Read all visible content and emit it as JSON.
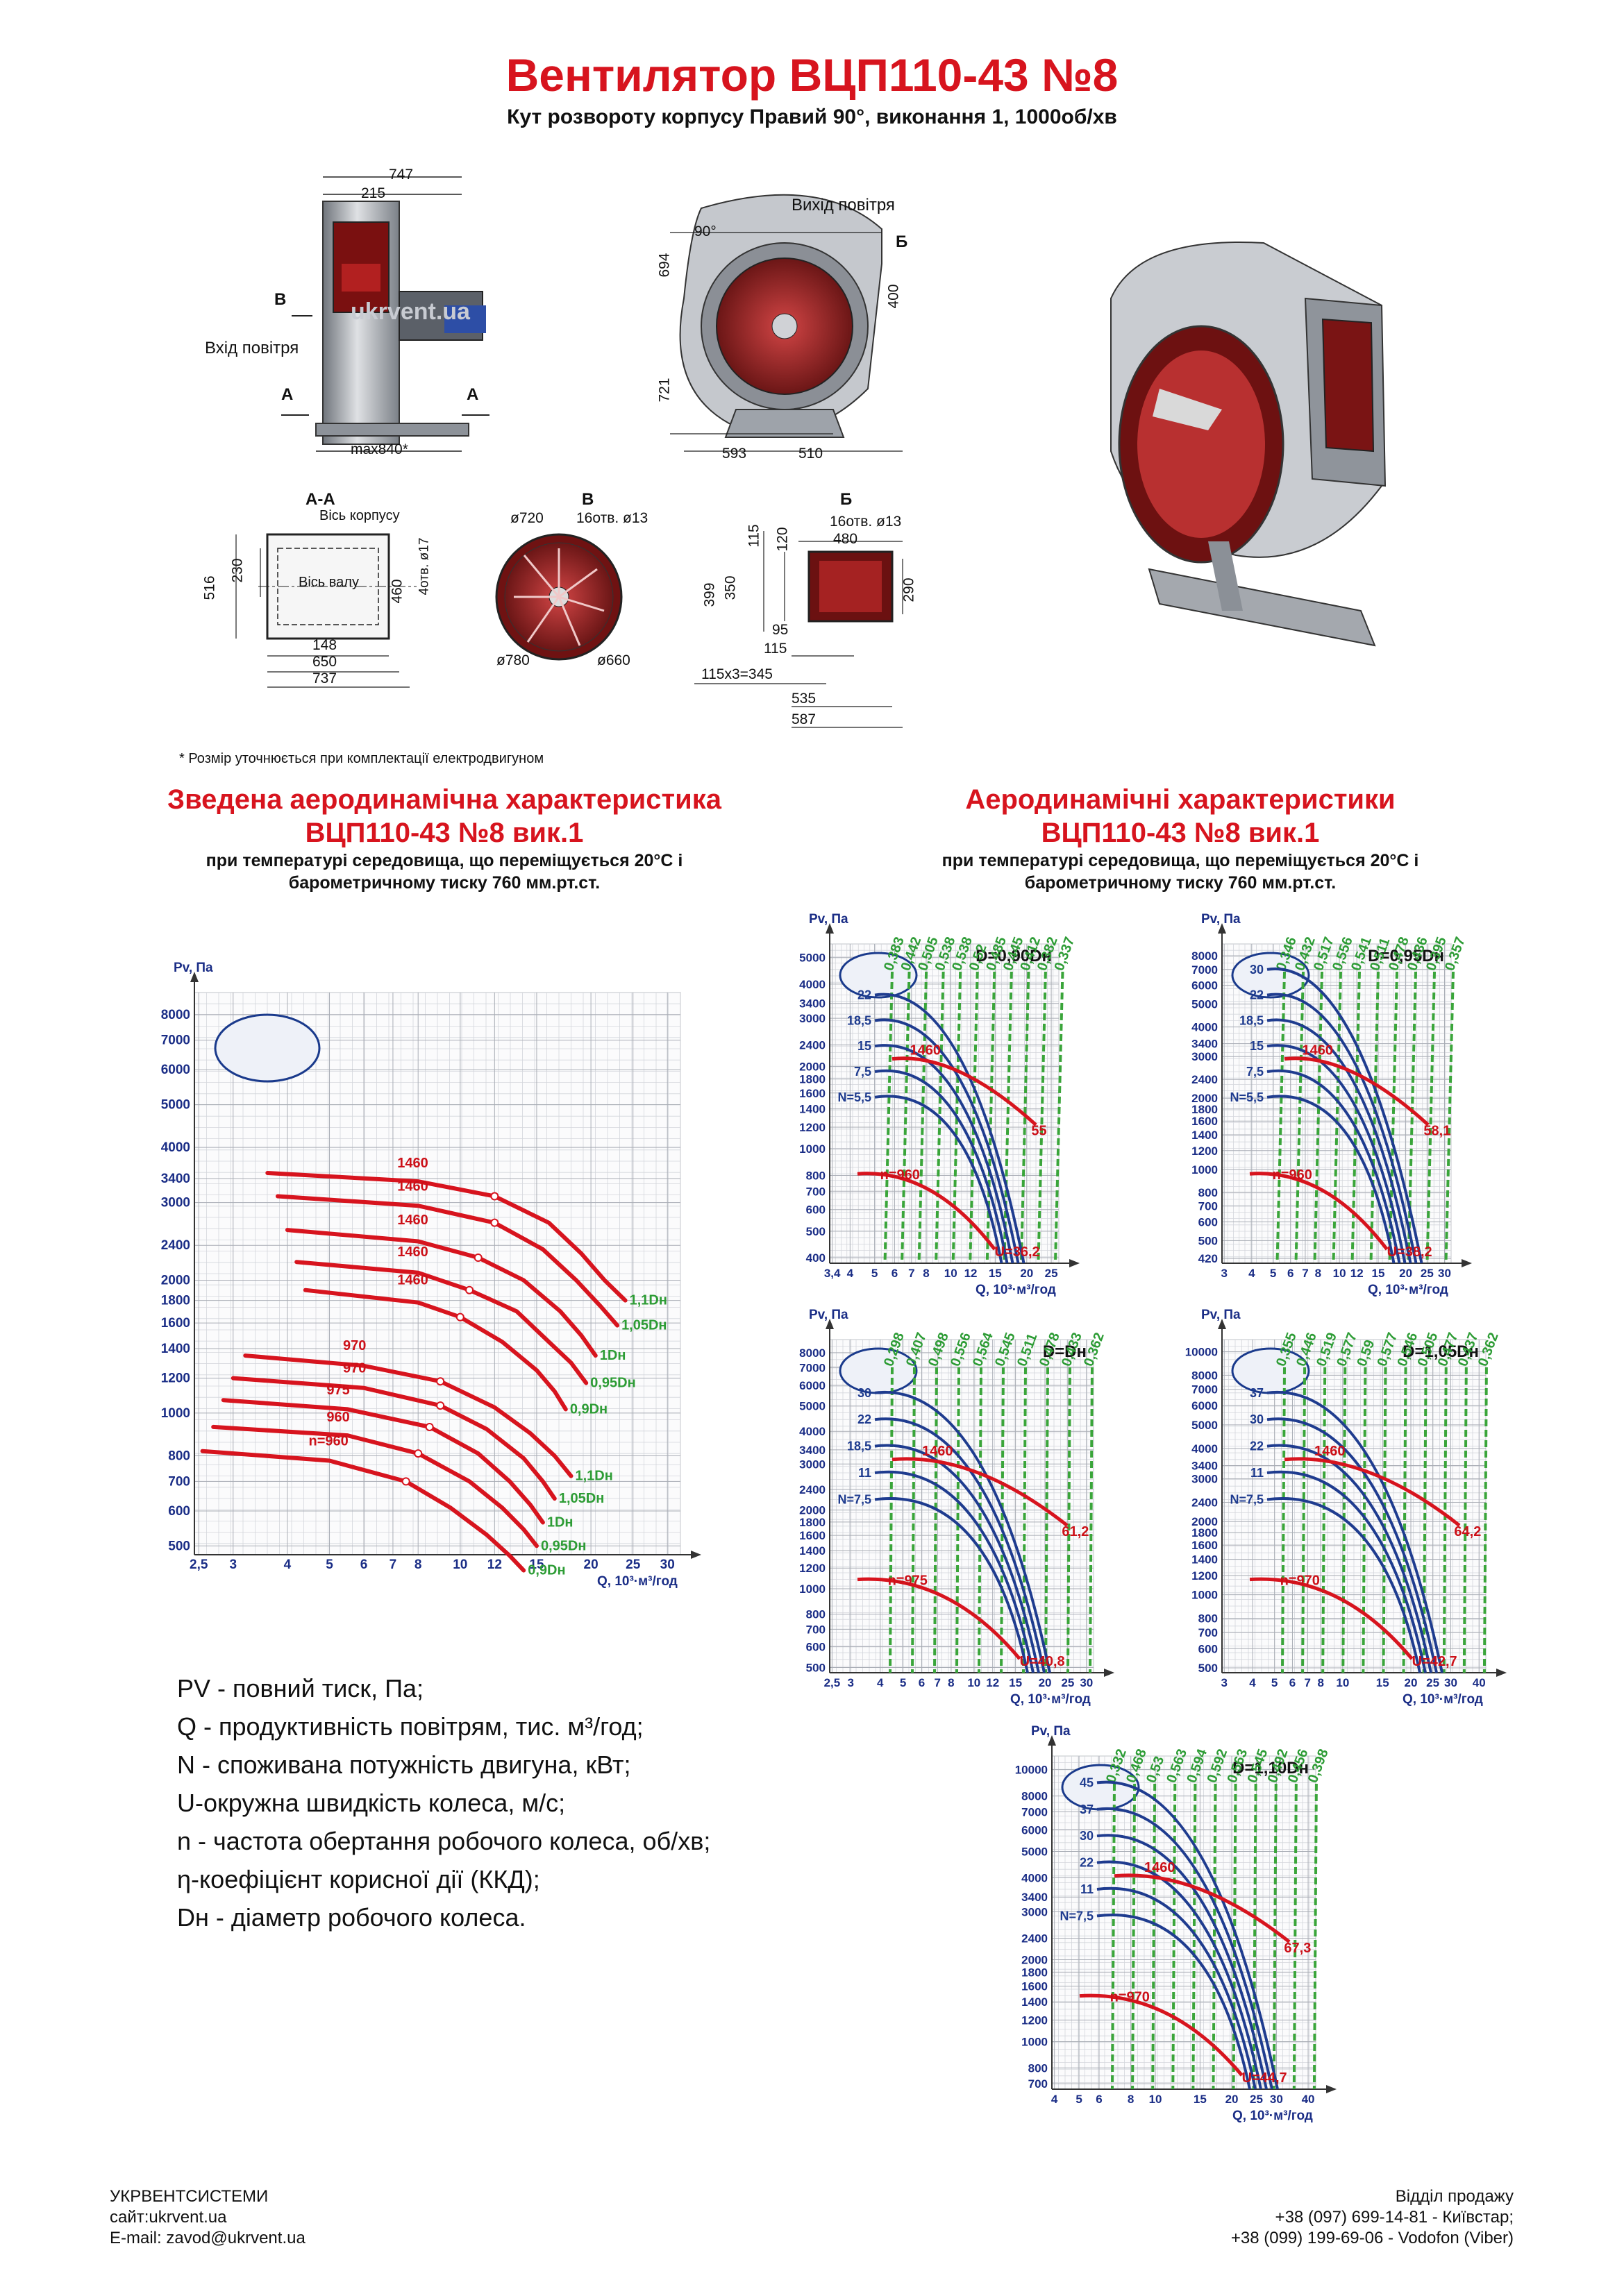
{
  "header": {
    "title": "Вентилятор ВЦП110-43 №8",
    "subtitle": "Кут розвороту корпусу Правий 90°, виконання 1, 1000об/хв"
  },
  "drawings": {
    "side": {
      "d747": "747",
      "d215": "215",
      "d_max840": "max840*",
      "label_b": "В",
      "label_a1": "А",
      "label_a2": "А",
      "inlet": "Вхід повітря",
      "watermark": "ukrvent.ua"
    },
    "front": {
      "outlet": "Вихід повітря",
      "angle": "90°",
      "label_b": "Б",
      "d694": "694",
      "d721": "721",
      "d400": "400",
      "d593": "593",
      "d510": "510"
    },
    "aa": {
      "label": "А-А",
      "body_axis": "Вісь корпусу",
      "shaft_axis": "Вісь валу",
      "d516": "516",
      "d230": "230",
      "d460": "460",
      "holes": "4отв. ø17",
      "d148": "148",
      "d650": "650",
      "d737": "737"
    },
    "vview": {
      "label": "В",
      "d720": "ø720",
      "holes": "16отв. ø13",
      "d780": "ø780",
      "d660": "ø660"
    },
    "bview": {
      "label": "Б",
      "holes": "16отв. ø13",
      "d480": "480",
      "d115a": "115",
      "d120": "120",
      "d399": "399",
      "d350": "350",
      "d290": "290",
      "d95": "95",
      "d115b": "115",
      "d345": "115x3=345",
      "d535": "535",
      "d587": "587"
    },
    "footnote": "* Розмір уточнюється при комплектації електродвигуном"
  },
  "summary": {
    "title1": "Зведена аеродинамічна характеристика",
    "title2": "ВЦП110-43 №8 вик.1",
    "sub1": "при температурі середовища, що переміщується 20°С і",
    "sub2": "барометричному тиску 760 мм.рт.ст."
  },
  "aero": {
    "title1": "Аеродинамічні характеристики",
    "title2": "ВЦП110-43 №8 вик.1",
    "sub1": "при температурі середовища, що переміщується 20°С і",
    "sub2": "барометричному тиску 760 мм.рт.ст."
  },
  "chart_data": [
    {
      "type": "line",
      "id": "summary",
      "ylabel": "Pv, Па",
      "xlabel": "Q, 10³·м³/год",
      "x_ticks": [
        "2,5",
        "3",
        "4",
        "5",
        "6",
        "7",
        "8",
        "10",
        "12",
        "15",
        "20",
        "25",
        "30"
      ],
      "y_ticks": [
        "500",
        "600",
        "700",
        "800",
        "1000",
        "1200",
        "1400",
        "1600",
        "1800",
        "2000",
        "2400",
        "3000",
        "3400",
        "4000",
        "5000",
        "6000",
        "7000",
        "8000"
      ],
      "x_log": true,
      "y_log": true,
      "xlim": [
        2.5,
        32
      ],
      "ylim": [
        450,
        9000
      ],
      "series": [
        {
          "name": "1460",
          "size": "1,1Dн",
          "x": [
            3.6,
            8,
            12,
            16,
            19,
            21.5,
            24
          ],
          "y": [
            3500,
            3350,
            3100,
            2700,
            2300,
            2000,
            1800
          ]
        },
        {
          "name": "1460",
          "size": "1,05Dн",
          "x": [
            3.8,
            8,
            12,
            15.5,
            18.5,
            21,
            23
          ],
          "y": [
            3100,
            2950,
            2700,
            2350,
            2000,
            1750,
            1580
          ]
        },
        {
          "name": "1460",
          "size": "1Dн",
          "x": [
            4.0,
            8,
            11,
            14,
            17,
            19,
            20.5
          ],
          "y": [
            2600,
            2450,
            2250,
            2000,
            1700,
            1500,
            1350
          ]
        },
        {
          "name": "1460",
          "size": "0,95Dн",
          "x": [
            4.2,
            8,
            10.5,
            13.5,
            16,
            18,
            19.5
          ],
          "y": [
            2200,
            2080,
            1900,
            1700,
            1450,
            1300,
            1170
          ]
        },
        {
          "name": "1460",
          "size": "0,9Dн",
          "x": [
            4.4,
            8,
            10,
            12.5,
            15,
            16.5,
            17.5
          ],
          "y": [
            1900,
            1780,
            1650,
            1450,
            1250,
            1120,
            1020
          ]
        },
        {
          "name": "970",
          "size": "1,1Dн",
          "x": [
            3.2,
            6,
            9,
            12,
            14.5,
            16.5,
            18
          ],
          "y": [
            1350,
            1280,
            1180,
            1030,
            900,
            800,
            720
          ]
        },
        {
          "name": "970",
          "size": "1,05Dн",
          "x": [
            3.0,
            6,
            9,
            11.5,
            14,
            15.5,
            16.5
          ],
          "y": [
            1200,
            1140,
            1040,
            920,
            790,
            700,
            640
          ]
        },
        {
          "name": "975",
          "size": "1Dн",
          "x": [
            2.85,
            5.5,
            8.5,
            11,
            13,
            14.5,
            15.5
          ],
          "y": [
            1070,
            1020,
            930,
            810,
            700,
            620,
            565
          ]
        },
        {
          "name": "960",
          "size": "0,95Dн",
          "x": [
            2.7,
            5.5,
            8,
            10.5,
            12.5,
            14,
            15
          ],
          "y": [
            930,
            890,
            810,
            700,
            610,
            545,
            500
          ]
        },
        {
          "name": "n=960",
          "size": "0,9Dн",
          "x": [
            2.55,
            5,
            7.5,
            9.5,
            11.5,
            13,
            14
          ],
          "y": [
            820,
            780,
            700,
            610,
            530,
            475,
            440
          ]
        }
      ]
    },
    {
      "type": "line",
      "id": "d090",
      "title": "D=0,90Dн",
      "ylabel": "Pv, Па",
      "xlabel": "Q, 10³·м³/год",
      "x_ticks": [
        "3,4",
        "4",
        "5",
        "6",
        "7",
        "8",
        "10",
        "12",
        "15",
        "20",
        "25"
      ],
      "y_ticks": [
        "400",
        "500",
        "600",
        "700",
        "800",
        "1000",
        "1200",
        "1400",
        "1600",
        "1800",
        "2000",
        "2400",
        "3000",
        "3400",
        "4000",
        "5000"
      ],
      "power_labels": [
        "N=5,5",
        "7,5",
        "15",
        "18,5",
        "22"
      ],
      "eff_labels": [
        "0,383",
        "0,442",
        "0,505",
        "0,538",
        "0,538",
        "0,52",
        "0,485",
        "0,445",
        "0,412",
        "0,382",
        "0,337"
      ],
      "n_high": "1460",
      "n_low": "n=960",
      "u_top": "55",
      "u_bottom": "U=36,2"
    },
    {
      "type": "line",
      "id": "d095",
      "title": "D=0,95Dн",
      "ylabel": "Pv, Па",
      "xlabel": "Q, 10³·м³/год",
      "x_ticks": [
        "3",
        "4",
        "5",
        "6",
        "7",
        "8",
        "10",
        "12",
        "15",
        "20",
        "25",
        "30"
      ],
      "y_ticks": [
        "420",
        "500",
        "600",
        "700",
        "800",
        "1000",
        "1200",
        "1400",
        "1600",
        "1800",
        "2000",
        "2400",
        "3000",
        "3400",
        "4000",
        "5000",
        "6000",
        "7000",
        "8000"
      ],
      "power_labels": [
        "N=5,5",
        "7,5",
        "15",
        "18,5",
        "22",
        "30"
      ],
      "eff_labels": [
        "0,346",
        "0,432",
        "0,517",
        "0,556",
        "0,541",
        "0,511",
        "0,478",
        "0,436",
        "0,395",
        "0,357"
      ],
      "n_high": "1460",
      "n_low": "n=960",
      "u_top": "58,1",
      "u_bottom": "U=38,2"
    },
    {
      "type": "line",
      "id": "d100",
      "title": "D=Dн",
      "ylabel": "Pv, Па",
      "xlabel": "Q, 10³·м³/год",
      "x_ticks": [
        "2,5",
        "3",
        "4",
        "5",
        "6",
        "7",
        "8",
        "10",
        "12",
        "15",
        "20",
        "25",
        "30"
      ],
      "y_ticks": [
        "500",
        "600",
        "700",
        "800",
        "1000",
        "1200",
        "1400",
        "1600",
        "1800",
        "2000",
        "2400",
        "3000",
        "3400",
        "4000",
        "5000",
        "6000",
        "7000",
        "8000"
      ],
      "power_labels": [
        "N=7,5",
        "11",
        "18,5",
        "22",
        "30"
      ],
      "eff_labels": [
        "0,298",
        "0,407",
        "0,498",
        "0,556",
        "0,564",
        "0,545",
        "0,511",
        "0,478",
        "0,433",
        "0,362"
      ],
      "n_high": "1460",
      "n_low": "n=975",
      "u_top": "61,2",
      "u_bottom": "U=40,8"
    },
    {
      "type": "line",
      "id": "d105",
      "title": "D=1,05Dн",
      "ylabel": "Pv, Па",
      "xlabel": "Q, 10³·м³/год",
      "x_ticks": [
        "3",
        "4",
        "5",
        "6",
        "7",
        "8",
        "10",
        "15",
        "20",
        "25",
        "30",
        "40"
      ],
      "y_ticks": [
        "500",
        "600",
        "700",
        "800",
        "1000",
        "1200",
        "1400",
        "1600",
        "1800",
        "2000",
        "2400",
        "3000",
        "3400",
        "4000",
        "5000",
        "6000",
        "7000",
        "8000",
        "10000"
      ],
      "power_labels": [
        "N=7,5",
        "11",
        "22",
        "30",
        "37"
      ],
      "eff_labels": [
        "0,355",
        "0,446",
        "0,519",
        "0,577",
        "0,59",
        "0,577",
        "0,546",
        "0,505",
        "0,477",
        "0,437",
        "0,362"
      ],
      "n_high": "1460",
      "n_low": "n=970",
      "u_top": "64,2",
      "u_bottom": "U=42,7"
    },
    {
      "type": "line",
      "id": "d110",
      "title": "D=1,10Dн",
      "ylabel": "Pv, Па",
      "xlabel": "Q, 10³·м³/год",
      "x_ticks": [
        "4",
        "5",
        "6",
        "8",
        "10",
        "15",
        "20",
        "25",
        "30",
        "40"
      ],
      "y_ticks": [
        "700",
        "800",
        "1000",
        "1200",
        "1400",
        "1600",
        "1800",
        "2000",
        "2400",
        "3000",
        "3400",
        "4000",
        "5000",
        "6000",
        "7000",
        "8000",
        "10000"
      ],
      "power_labels": [
        "N=7,5",
        "11",
        "22",
        "30",
        "37",
        "45"
      ],
      "eff_labels": [
        "0,332",
        "0,468",
        "0,53",
        "0,563",
        "0,594",
        "0,592",
        "0,563",
        "0,545",
        "0,492",
        "0,456",
        "0,398"
      ],
      "n_high": "1460",
      "n_low": "n=970",
      "u_top": "67,3",
      "u_bottom": "U=44,7"
    }
  ],
  "legend": [
    {
      "key": "PV",
      "text": " - повний тиск, Па;"
    },
    {
      "key": "Q",
      "text": " - продуктивність повітрям, тис. м³/год;"
    },
    {
      "key": "N",
      "text": " - споживана потужність двигуна, кВт;"
    },
    {
      "key": "U",
      "text": "-окружна швидкість колеса, м/с;"
    },
    {
      "key": "n",
      "text": " - частота обертання робочого колеса, об/хв;"
    },
    {
      "key": "η",
      "text": "-коефіцієнт корисної дії (ККД);"
    },
    {
      "key": "Dн",
      "text": " - діаметр робочого колеса."
    }
  ],
  "footer": {
    "company": "УКРВЕНТСИСТЕМИ",
    "site": "сайт:ukrvent.ua",
    "email": "E-mail: zavod@ukrvent.ua",
    "sales": "Відділ продажу",
    "phone1": "+38 (097) 699-14-81 - Київстар;",
    "phone2": "+38 (099) 199-69-06 - Vodofon (Viber)"
  },
  "colors": {
    "accent": "#d7141e",
    "blue": "#1a3a8c",
    "green": "#2d9c35",
    "grid": "#b9bcc4"
  }
}
